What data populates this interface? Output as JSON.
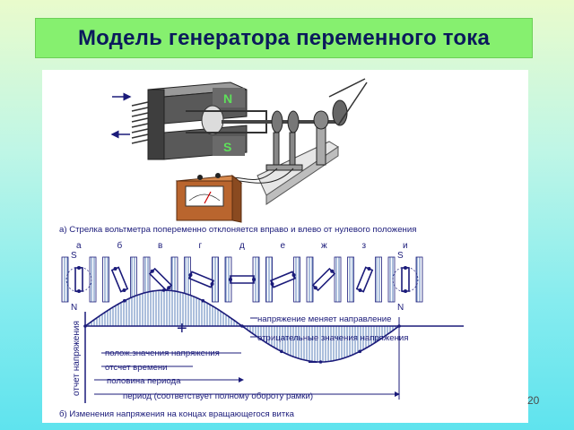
{
  "title": "Модель генератора переменного тока",
  "page_number": "20",
  "magnet": {
    "north_label": "N",
    "south_label": "S"
  },
  "caption_a": "а) Стрелка вольтметра попеременно отклоняется вправо и влево от нулевого положения",
  "frames": [
    {
      "letter": "а",
      "top": "S",
      "bottom": "N"
    },
    {
      "letter": "б",
      "top": "",
      "bottom": ""
    },
    {
      "letter": "в",
      "top": "",
      "bottom": ""
    },
    {
      "letter": "г",
      "top": "",
      "bottom": ""
    },
    {
      "letter": "д",
      "top": "",
      "bottom": ""
    },
    {
      "letter": "е",
      "top": "",
      "bottom": ""
    },
    {
      "letter": "ж",
      "top": "",
      "bottom": ""
    },
    {
      "letter": "з",
      "top": "",
      "bottom": ""
    },
    {
      "letter": "и",
      "top": "S",
      "bottom": "N"
    }
  ],
  "graph": {
    "y_axis_label": "отчет напряжения",
    "plus_sign": "+",
    "minus_sign": "−",
    "annotations": {
      "direction_change": "напряжение меняет направление",
      "negative_values": "отрицательные значения напряжения",
      "positive_values": "полож.значения напряжения",
      "time_reference": "отсчет времени",
      "half_period": "половина периода",
      "period": "период (соответствует полному обороту рамки)"
    }
  },
  "caption_b": "б) Изменения напряжения на концах вращающегося витка",
  "colors": {
    "title_bg": "#86f06f",
    "title_text": "#0b1a5c",
    "diagram_blue": "#1b1b7a",
    "magnet_dark": "#4a4a4a",
    "voltmeter_brown": "#b9652e",
    "hatch_blue": "#5a7fb8"
  }
}
